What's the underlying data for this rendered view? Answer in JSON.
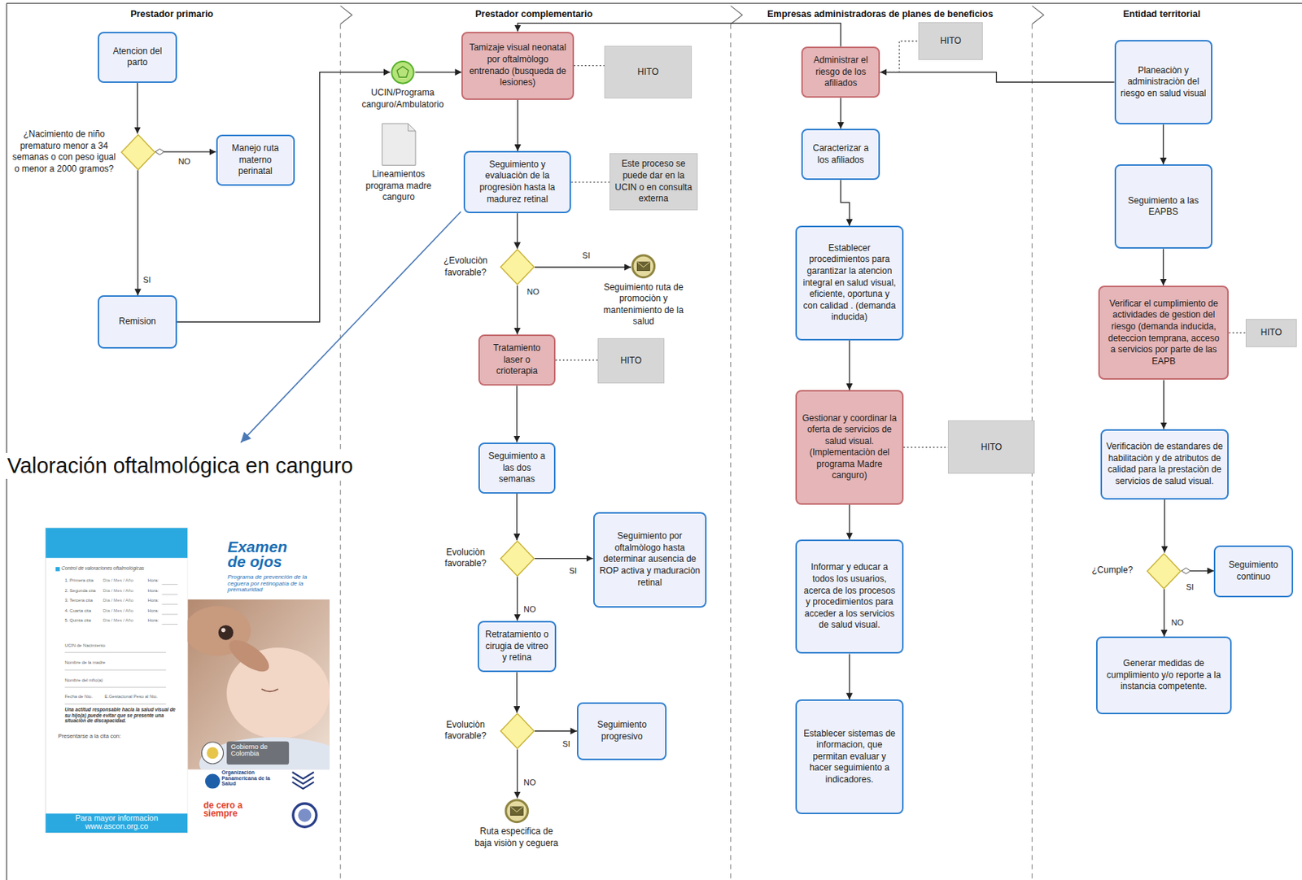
{
  "diagram": {
    "nodes": [
      {
        "text": [
          "Atencion del parto"
        ]
      },
      {
        "text": [
          "¿Nacimiento de niño prematuro menor a 34 semanas o con peso igual o menor a 2000 gramos?"
        ]
      },
      {
        "text": [
          "Manejo ruta materno perinatal"
        ]
      },
      {
        "text": [
          "Remision"
        ]
      },
      {
        "text": [
          "UCIN/Programa canguro/Ambulatorio"
        ]
      },
      {
        "text": [
          "Lineamientos programa madre canguro"
        ]
      },
      {
        "text": [
          "Tamizaje visual neonatal por oftalmòlogo entrenado (busqueda de lesiones)"
        ]
      },
      {
        "text": [
          "HITO"
        ]
      },
      {
        "text": [
          "Seguimiento y evaluaciòn de la progresiòn hasta la madurez retinal"
        ]
      },
      {
        "text": [
          "Este proceso se puede dar en la UCIN o en consulta externa"
        ]
      },
      {
        "text": [
          "¿Evoluciòn favorable?"
        ]
      },
      {
        "text": [
          "Seguimiento ruta de promociòn y mantenimiento de la salud"
        ]
      },
      {
        "text": [
          "Tratamiento laser o crioterapia"
        ]
      },
      {
        "text": [
          "HITO"
        ]
      },
      {
        "text": [
          "Seguimiento a las dos semanas"
        ]
      },
      {
        "text": [
          "Evoluciòn favorable?"
        ]
      },
      {
        "text": [
          "Seguimiento por oftalmòlogo hasta determinar ausencia de ROP activa y maduraciòn retinal"
        ]
      },
      {
        "text": [
          "Retratamiento o cirugia de vitreo y retina"
        ]
      },
      {
        "text": [
          "Evoluciòn favorable?"
        ]
      },
      {
        "text": [
          "Seguimiento progresivo"
        ]
      },
      {
        "text": [
          "Ruta especifica de baja visiòn y ceguera"
        ]
      },
      {
        "text": [
          "Administrar el riesgo de los afiliados"
        ]
      },
      {
        "text": [
          "HITO"
        ]
      },
      {
        "text": [
          "Caracterizar a los afiliados"
        ]
      },
      {
        "text": [
          "Establecer procedimientos para garantizar la atencion integral en salud visual, eficiente, oportuna y con calidad . (demanda inducida)"
        ]
      },
      {
        "text": [
          "Gestionar y coordinar la oferta de servicios de salud visual. (Implementaciòn del programa Madre canguro)"
        ]
      },
      {
        "text": [
          "HITO"
        ]
      },
      {
        "text": [
          "Informar y educar a todos los usuarios, acerca de los procesos y procedimientos para acceder a los servicios de salud visual."
        ]
      },
      {
        "text": [
          "Establecer sistemas de informacion, que permitan evaluar y hacer seguimiento a indicadores."
        ]
      },
      {
        "text": [
          "Planeaciòn y administraciòn del riesgo en salud visual"
        ]
      },
      {
        "text": [
          "Seguimiento a las EAPBS"
        ]
      },
      {
        "text": [
          "Verificar el cumplimiento de actividades de gestion del riesgo (demanda inducida, deteccion temprana, acceso a servicios por parte de las EAPB"
        ]
      },
      {
        "text": [
          "HITO"
        ]
      },
      {
        "text": [
          "Verificaciòn de estandares de habilitaciòn y de atributos de calidad para la prestaciòn de servicios de salud visual."
        ]
      },
      {
        "text": [
          "¿Cumple?"
        ]
      },
      {
        "text": [
          "Seguimiento continuo"
        ]
      },
      {
        "text": [
          "Generar medidas de cumplimiento y/o reporte a la instancia competente."
        ]
      }
    ],
    "edges": [
      {
        "from": 0,
        "to": 1,
        "arrow": "to"
      },
      {
        "from": 1,
        "to": 2,
        "label": "NO",
        "arrow": "to"
      },
      {
        "from": 1,
        "to": 3,
        "label": "SI",
        "arrow": "to"
      },
      {
        "from": 3,
        "to": 4,
        "arrow": "to"
      },
      {
        "from": 4,
        "to": 6,
        "arrow": "to"
      },
      {
        "from": 21,
        "to": 6,
        "arrow": "to"
      },
      {
        "from": 6,
        "to": 7,
        "arrow": "none"
      },
      {
        "from": 6,
        "to": 8,
        "arrow": "to"
      },
      {
        "from": 8,
        "to": 9,
        "arrow": "none"
      },
      {
        "from": 8,
        "to": 10,
        "arrow": "to"
      },
      {
        "from": 10,
        "to": 11,
        "label": "SI",
        "arrow": "to"
      },
      {
        "from": 10,
        "to": 12,
        "label": "NO",
        "arrow": "to"
      },
      {
        "from": 12,
        "to": 13,
        "arrow": "none"
      },
      {
        "from": 12,
        "to": 14,
        "arrow": "to"
      },
      {
        "from": 14,
        "to": 15,
        "arrow": "to"
      },
      {
        "from": 15,
        "to": 16,
        "label": "SI",
        "arrow": "to"
      },
      {
        "from": 15,
        "to": 17,
        "label": "NO",
        "arrow": "to"
      },
      {
        "from": 17,
        "to": 18,
        "arrow": "to"
      },
      {
        "from": 18,
        "to": 19,
        "label": "SI",
        "arrow": "to"
      },
      {
        "from": 18,
        "to": 20,
        "label": "NO",
        "arrow": "to"
      },
      {
        "from": 29,
        "to": 21,
        "arrow": "to"
      },
      {
        "from": 21,
        "to": 22,
        "arrow": "none"
      },
      {
        "from": 21,
        "to": 23,
        "arrow": "to"
      },
      {
        "from": 23,
        "to": 24,
        "arrow": "to"
      },
      {
        "from": 24,
        "to": 25,
        "arrow": "to"
      },
      {
        "from": 25,
        "to": 26,
        "arrow": "none"
      },
      {
        "from": 25,
        "to": 27,
        "arrow": "to"
      },
      {
        "from": 27,
        "to": 28,
        "arrow": "to"
      },
      {
        "from": 29,
        "to": 30,
        "arrow": "to"
      },
      {
        "from": 30,
        "to": 31,
        "arrow": "to"
      },
      {
        "from": 31,
        "to": 32,
        "arrow": "none"
      },
      {
        "from": 31,
        "to": 33,
        "arrow": "to"
      },
      {
        "from": 33,
        "to": 34,
        "arrow": "to"
      },
      {
        "from": 34,
        "to": 35,
        "label": "SI",
        "arrow": "to"
      },
      {
        "from": 34,
        "to": 36,
        "label": "NO",
        "arrow": "to"
      }
    ],
    "labels": [
      "Prestador primario",
      "Prestador complementario",
      "Empresas administradoras de planes de beneficios",
      "Entidad territorial",
      "Valoración oftalmológica en canguro",
      "Control de valoraciones oftalmológicas",
      "1. Primera cita",
      "Día / Mes / Año",
      "Hora:",
      "2. Segunda cita",
      "Día / Mes / Año",
      "Hora:",
      "3. Tercera cita",
      "Día / Mes / Año",
      "Hora:",
      "4. Cuarta cita",
      "Día / Mes / Año",
      "Hora:",
      "5. Quinta cita",
      "Día / Mes / Año",
      "Hora:",
      "UCIN de Nacimiento",
      "Nombre de la madre",
      "Nombre del niño(a)",
      "Fecha de Nto.",
      "E.Gestacional Peso al Nto.",
      "Una actitud responsable hacia la salud visual de su hijo(a) puede evitar que se presente una situación de discapacidad.",
      "Presentarse a la cita con:",
      "Para mayor informacion www.ascon.org.co",
      "Examen de ojos",
      "Programa de prevención de la ceguera por retinopatía de la prematuridad",
      "Gobierno de Colombia",
      "Organización Panamericana de la Salud",
      "de cero a siempre"
    ]
  }
}
